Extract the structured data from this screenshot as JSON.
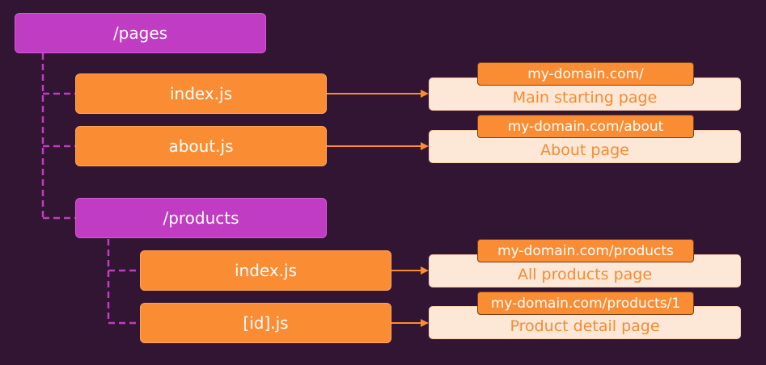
{
  "tree": {
    "root": {
      "label": "/pages"
    },
    "pages_index": {
      "label": "index.js"
    },
    "pages_about": {
      "label": "about.js"
    },
    "products_folder": {
      "label": "/products"
    },
    "products_index": {
      "label": "index.js"
    },
    "products_id": {
      "label": "[id].js"
    }
  },
  "routes": {
    "home": {
      "url": "my-domain.com/",
      "description": "Main starting page"
    },
    "about": {
      "url": "my-domain.com/about",
      "description": "About page"
    },
    "products": {
      "url": "my-domain.com/products",
      "description": "All products page"
    },
    "product_detail": {
      "url": "my-domain.com/products/1",
      "description": "Product detail page"
    }
  },
  "colors": {
    "background": "#321433",
    "folder": "#c03cc2",
    "file": "#fa8c33",
    "route_card": "#fde7d7",
    "route_text": "#f78b30",
    "connector": "#c03cc2",
    "arrow": "#fa8c33"
  }
}
